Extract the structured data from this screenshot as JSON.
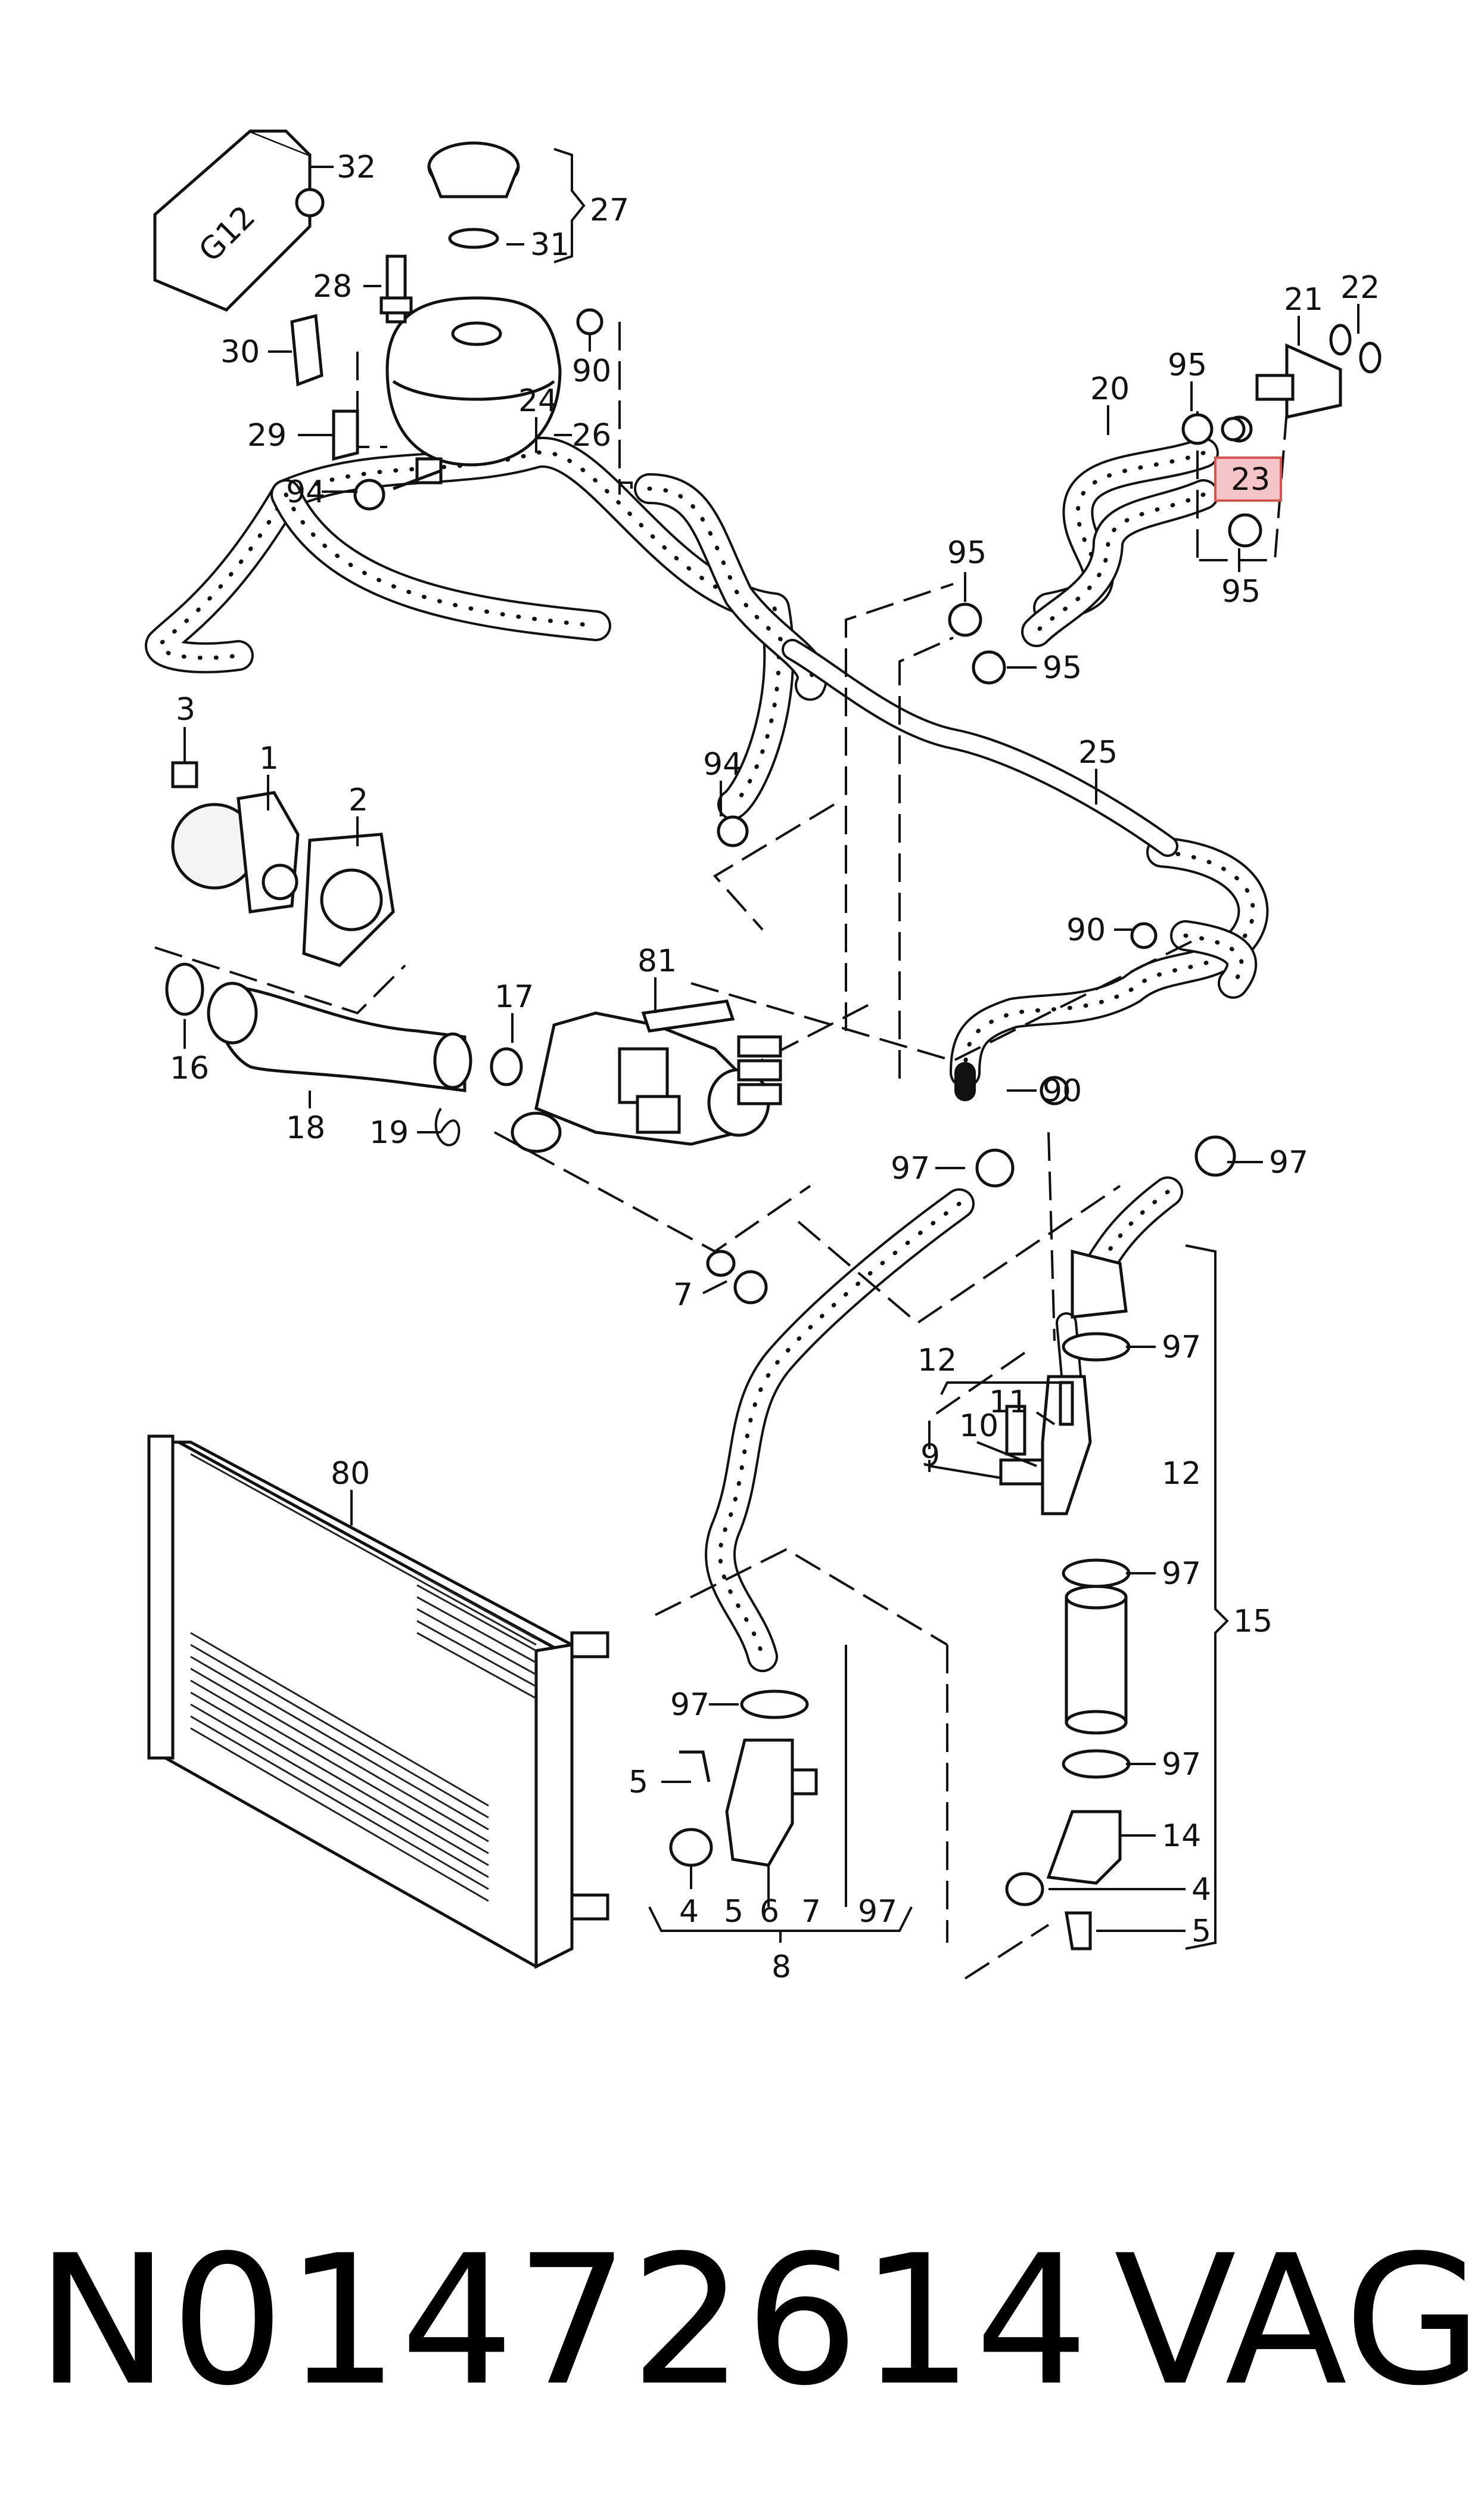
{
  "callouts": {
    "c1": "1",
    "c2": "2",
    "c3": "3",
    "c4a": "4",
    "c4b": "4",
    "c5a": "5",
    "c5b": "5",
    "c5c": "5",
    "c6": "6",
    "c7a": "7",
    "c7b": "7",
    "c8": "8",
    "c9": "9",
    "c10": "10",
    "c11": "11",
    "c12a": "12",
    "c12b": "12",
    "c14": "14",
    "c15": "15",
    "c16": "16",
    "c17": "17",
    "c18": "18",
    "c19": "19",
    "c20": "20",
    "c21": "21",
    "c22": "22",
    "c23": "23",
    "c24": "24",
    "c25": "25",
    "c26": "26",
    "c27": "27",
    "c28": "28",
    "c29": "29",
    "c30": "30",
    "c31": "31",
    "c32": "32",
    "c80": "80",
    "c81": "81",
    "c90a": "90",
    "c90b": "90",
    "c90c": "90",
    "c94a": "94",
    "c94b": "94",
    "c95a": "95",
    "c95b": "95",
    "c95c": "95",
    "c95d": "95",
    "c97a": "97",
    "c97b": "97",
    "c97c": "97",
    "c97d": "97",
    "c97e": "97",
    "c97f": "97",
    "c97g": "97"
  },
  "canister_label": "G12",
  "highlight": {
    "label": "23",
    "color": "#f3c4c8",
    "border": "#d9534f"
  },
  "footer": {
    "part_number": "N01472614",
    "brand": "VAG"
  }
}
